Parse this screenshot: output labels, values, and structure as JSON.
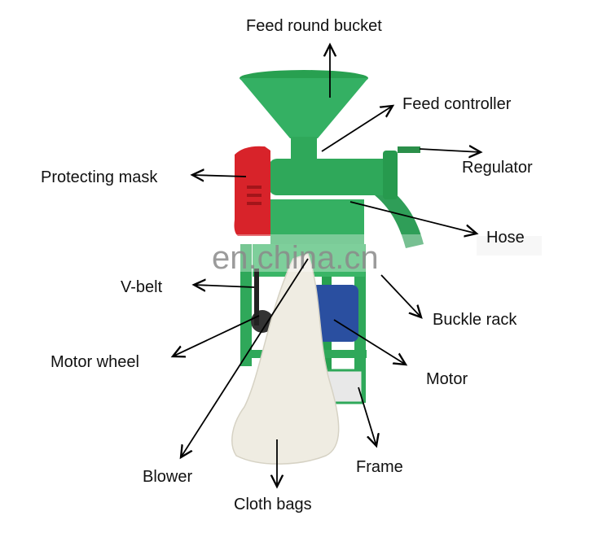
{
  "labels": {
    "feed_round_bucket": "Feed round bucket",
    "feed_controller": "Feed controller",
    "regulator": "Regulator",
    "protecting_mask": "Protecting mask",
    "hose": "Hose",
    "v_belt": "V-belt",
    "buckle_rack": "Buckle rack",
    "motor_wheel": "Motor wheel",
    "motor": "Motor",
    "blower": "Blower",
    "frame": "Frame",
    "cloth_bags": "Cloth bags"
  },
  "watermark": "en.china.cn",
  "colors": {
    "machine_green": "#2fa85a",
    "mask_red": "#d8232a",
    "motor_blue": "#2a4fa0",
    "bag": "#efece2"
  }
}
